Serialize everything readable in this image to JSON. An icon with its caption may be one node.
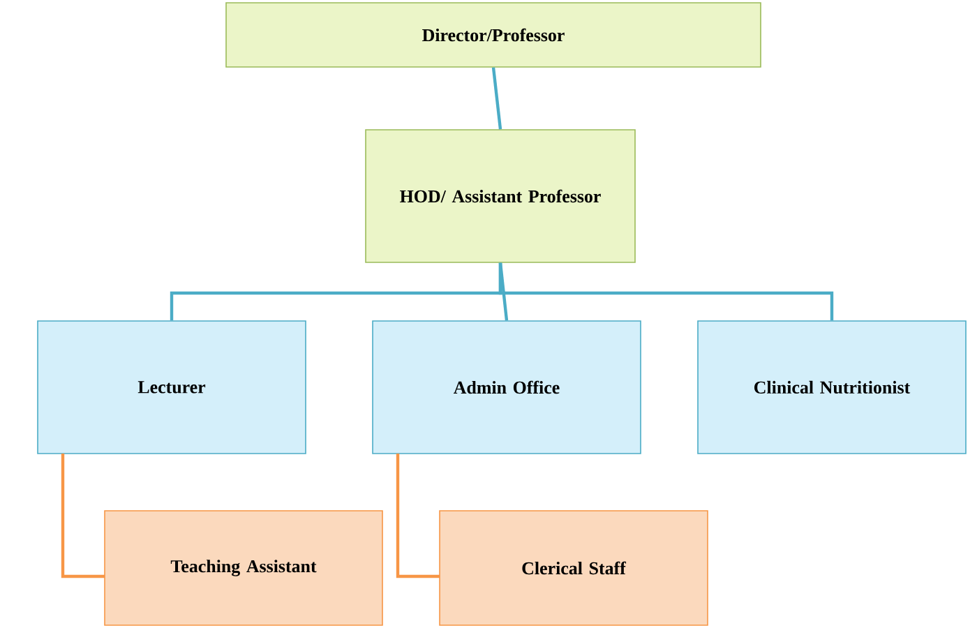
{
  "diagram": {
    "nodes": [
      {
        "text": [
          "Director/Professor"
        ]
      },
      {
        "text": [
          "HOD/ Assistant Professor"
        ]
      },
      {
        "text": [
          "Lecturer"
        ]
      },
      {
        "text": [
          "Admin Office"
        ]
      },
      {
        "text": [
          "Clinical Nutritionist"
        ]
      },
      {
        "text": [
          "Teaching Assistant"
        ]
      },
      {
        "text": [
          "Clerical Staff"
        ]
      }
    ],
    "edges": [
      {
        "from": 0,
        "to": 1,
        "arrow": "none"
      },
      {
        "from": 1,
        "to": 2,
        "arrow": "none"
      },
      {
        "from": 1,
        "to": 3,
        "arrow": "none"
      },
      {
        "from": 1,
        "to": 4,
        "arrow": "none"
      },
      {
        "from": 2,
        "to": 5,
        "arrow": "none",
        "color": "#f79646"
      },
      {
        "from": 3,
        "to": 6,
        "arrow": "none",
        "color": "#f79646"
      }
    ]
  }
}
